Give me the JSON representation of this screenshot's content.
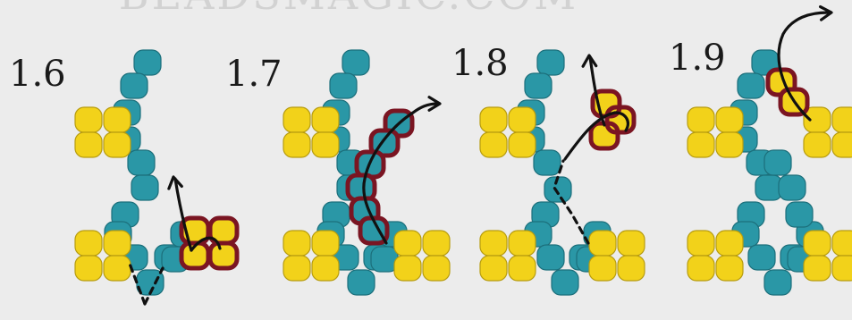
{
  "watermark": "BEADSMAGIC.COM",
  "colors": {
    "background": "#ececec",
    "teal_bead": "#2a97a6",
    "teal_bead_stroke": "#1c6f7b",
    "yellow_bead": "#f2d21a",
    "yellow_bead_stroke": "#b79c10",
    "highlight": "#7a1522",
    "thread": "#111111"
  },
  "steps": [
    {
      "label": "1.6"
    },
    {
      "label": "1.7"
    },
    {
      "label": "1.8"
    },
    {
      "label": "1.9"
    }
  ]
}
